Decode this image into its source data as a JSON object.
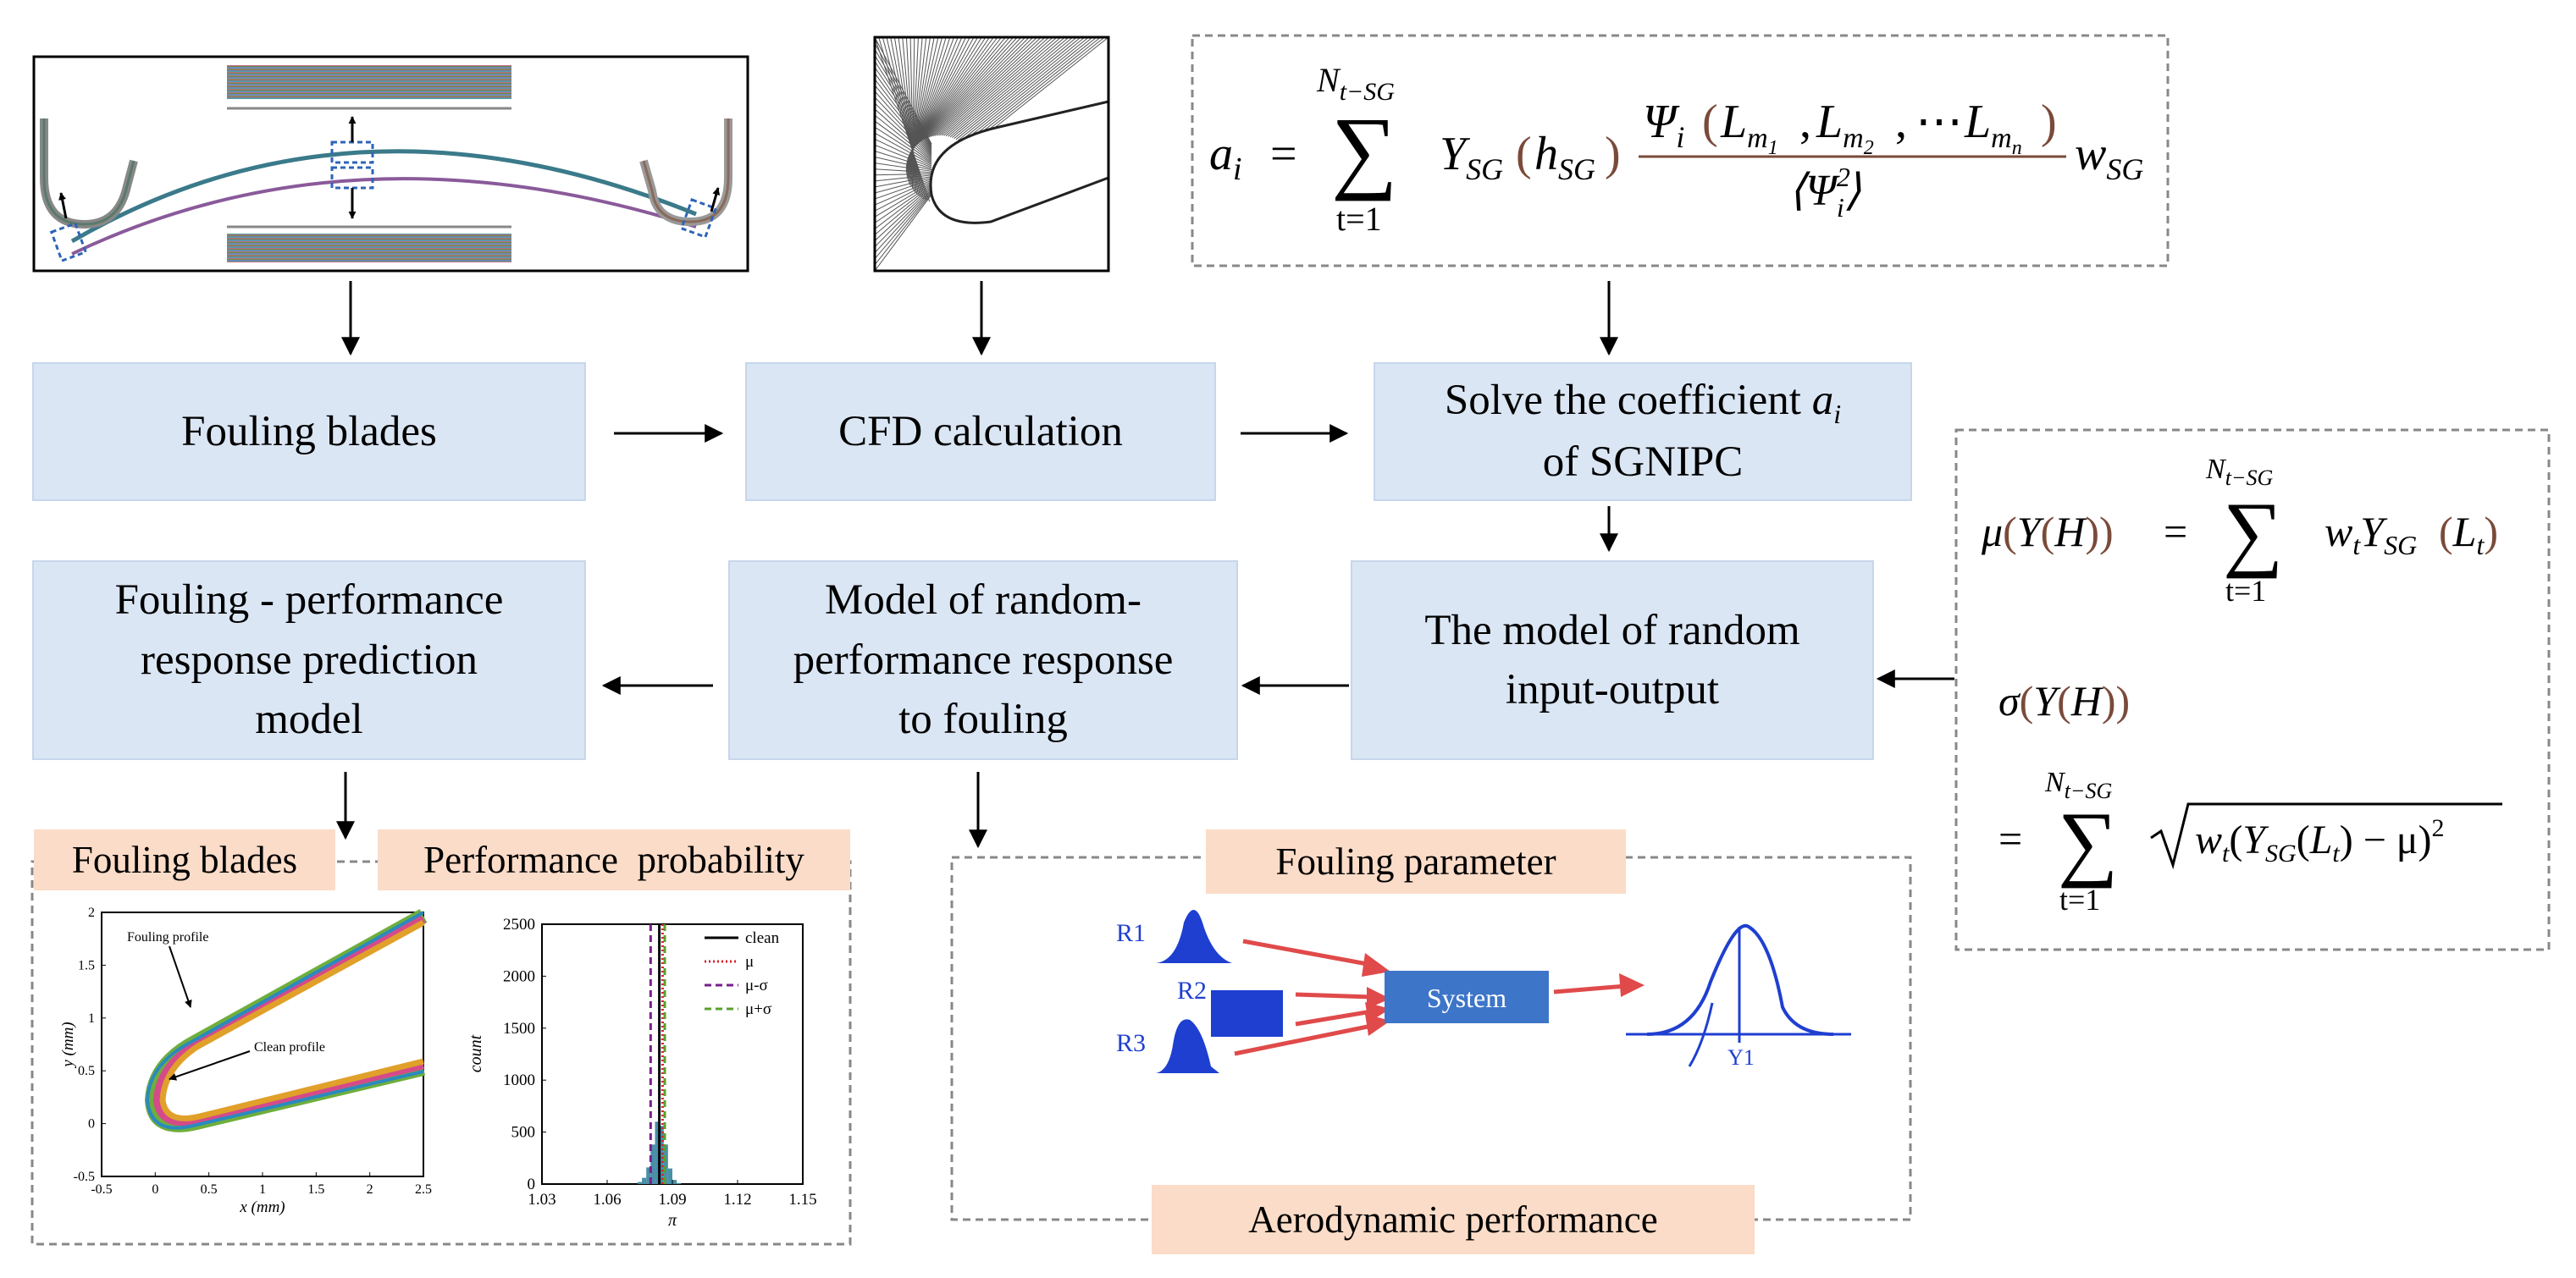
{
  "boxes": {
    "fouling_blades": "Fouling blades",
    "cfd_calculation": "CFD calculation",
    "solve_line1": "Solve the coefficient ",
    "solve_var": "a",
    "solve_sub": "i",
    "solve_line2": "of SGNIPC",
    "prediction_line1": "Fouling - performance",
    "prediction_line2": "response prediction",
    "prediction_line3": "model",
    "random_perf_line1": "Model of random-",
    "random_perf_line2": "performance response",
    "random_perf_line3": "to fouling",
    "random_io_line1": "The model of random",
    "random_io_line2": "input-output"
  },
  "tags": {
    "fouling_blades": "Fouling blades",
    "performance_probability": "Performance  probability",
    "fouling_parameter": "Fouling parameter",
    "aerodynamic_performance": "Aerodynamic performance"
  },
  "equations": {
    "coefficient": {
      "lhs_var": "a",
      "lhs_sub": "i",
      "equals": "=",
      "sum_top": "N",
      "sum_top_sub": "t−SG",
      "sum_bottom": "t=1",
      "Y": "Y",
      "Y_sub": "SG",
      "h": "h",
      "h_sub": "SG",
      "numerator": "Ψ",
      "numerator_sub": "i",
      "L": "L",
      "m": "m",
      "m_sub_1": "1",
      "m_sub_2": "2",
      "m_sub_n": "n",
      "dots": "⋯",
      "denominator": "⟨Ψ",
      "denominator_sup": "2",
      "denominator_sub": "i",
      "denominator_close": "⟩",
      "w": "w",
      "w_sub": "SG"
    },
    "mean": {
      "mu": "μ",
      "Y": "Y",
      "H": "H",
      "equals": "=",
      "sum_top": "N",
      "sum_top_sub": "t−SG",
      "sum_bottom": "t=1",
      "w": "w",
      "w_sub": "t",
      "Y_sub": "SG",
      "L": "L",
      "L_sub": "t"
    },
    "std": {
      "sigma": "σ",
      "Y": "Y",
      "H": "H",
      "equals": "=",
      "sum_top": "N",
      "sum_top_sub": "t−SG",
      "sum_bottom": "t=1",
      "w": "w",
      "w_sub": "t",
      "Y_sub": "SG",
      "L": "L",
      "L_sub": "t",
      "minus_mu": "− μ",
      "sq": "2"
    }
  },
  "profile_plot": {
    "fouling_label": "Fouling profile",
    "clean_label": "Clean profile",
    "x_axis_label": "x (mm)",
    "y_axis_label": "y (mm)",
    "x_ticks": [
      "-0.5",
      "0",
      "0.5",
      "1",
      "1.5",
      "2",
      "2.5"
    ],
    "y_ticks": [
      "2",
      "1.5",
      "1",
      "0.5",
      "0",
      "-0.5"
    ]
  },
  "chart_data": {
    "type": "bar",
    "title": "",
    "xlabel": "π",
    "ylabel": "count",
    "xlim": [
      1.03,
      1.15
    ],
    "ylim": [
      0,
      2500
    ],
    "x_ticks": [
      "1.03",
      "1.06",
      "1.09",
      "1.12",
      "1.15"
    ],
    "y_ticks": [
      "2500",
      "2000",
      "1500",
      "1000",
      "500",
      "0"
    ],
    "bins": [
      1.075,
      1.077,
      1.079,
      1.081,
      1.083,
      1.085,
      1.087,
      1.089,
      1.091,
      1.093
    ],
    "values": [
      20,
      60,
      160,
      380,
      600,
      560,
      380,
      150,
      40,
      10
    ],
    "bar_color": "#4a8fa8",
    "vlines": [
      {
        "name": "clean",
        "x": 1.084,
        "style": "solid",
        "color": "#000000"
      },
      {
        "name": "μ",
        "x": 1.0855,
        "style": "dotted",
        "color": "#d4202a"
      },
      {
        "name": "μ-σ",
        "x": 1.08,
        "style": "dashed",
        "color": "#7a1f8c"
      },
      {
        "name": "μ+σ",
        "x": 1.0865,
        "style": "dashed",
        "color": "#5aa02c"
      }
    ],
    "legend": [
      {
        "label": "clean",
        "style": "solid",
        "color": "#000000"
      },
      {
        "label": "μ",
        "style": "dotted",
        "color": "#d4202a"
      },
      {
        "label": "μ-σ",
        "style": "dashed",
        "color": "#7a1f8c"
      },
      {
        "label": "μ+σ",
        "style": "dashed",
        "color": "#5aa02c"
      }
    ],
    "legend_position": "top-right"
  },
  "system_diagram": {
    "inputs": [
      "R1",
      "R2",
      "R3"
    ],
    "system_label": "System",
    "output_label": "Y1",
    "system_color": "#3d75c8",
    "input_color": "#1f3fd0",
    "arrow_color": "#e04a4a"
  },
  "colors": {
    "box_fill": "#dbe6f4",
    "tag_fill": "#fbdcc8",
    "dashed_border": "#888888",
    "arrow": "#000000"
  }
}
